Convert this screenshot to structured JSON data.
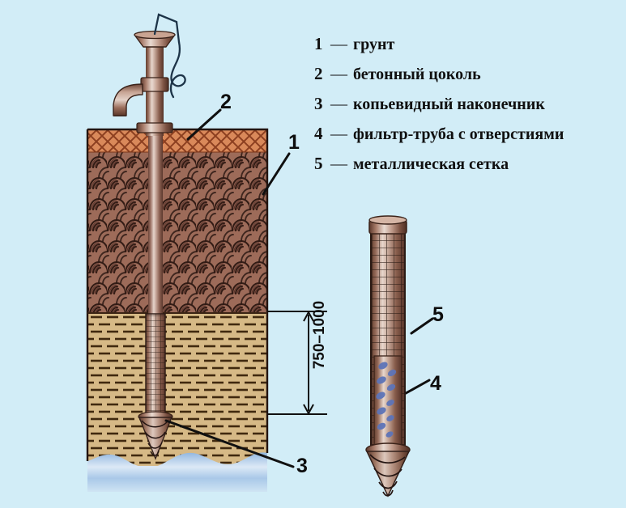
{
  "background_color": "#d2edf7",
  "legend": {
    "items": [
      {
        "num": "1",
        "dash": "—",
        "label": "грунт"
      },
      {
        "num": "2",
        "dash": "—",
        "label": "бетонный цоколь"
      },
      {
        "num": "3",
        "dash": "—",
        "label": "копьевидный наконечник"
      },
      {
        "num": "4",
        "dash": "—",
        "label": "фильтр-труба с отверстиями"
      },
      {
        "num": "5",
        "dash": "—",
        "label": "металлическая сетка"
      }
    ]
  },
  "callouts": {
    "one": "1",
    "two": "2",
    "three": "3",
    "four": "4",
    "five": "5"
  },
  "dimension": {
    "value": "750–1000"
  },
  "colors": {
    "background": "#d2edf7",
    "topsoil": "#9d6b59",
    "topsoil_hatch": "#3a201a",
    "concrete": "#d98a55",
    "concrete_hatch": "#8c3f20",
    "sand": "#d6b986",
    "sand_hatch": "#4a3216",
    "water": "#7aa9dd",
    "pipe_metal": "#8d6455",
    "pipe_highlight": "#e3cfc6",
    "mesh_line": "#2b1a14",
    "filter_hole": "#5d74b8",
    "line_black": "#101010"
  }
}
